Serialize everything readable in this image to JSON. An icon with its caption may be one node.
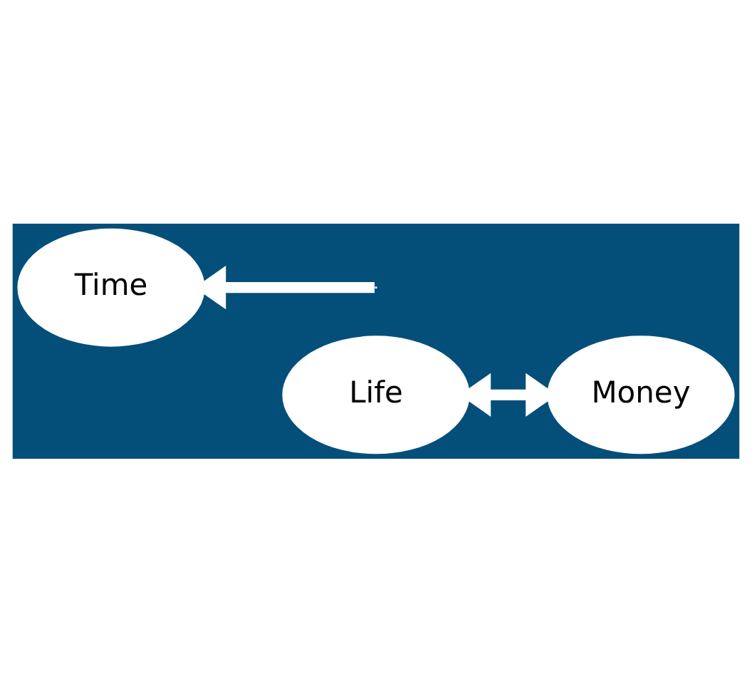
{
  "diagram": {
    "nodes": [
      {
        "text": [
          "Life"
        ]
      },
      {
        "text": [
          "Time"
        ]
      },
      {
        "text": [
          "Money"
        ]
      }
    ],
    "edges": [
      {
        "from": 0,
        "to": 2,
        "arrow": "both"
      },
      {
        "from": null,
        "to": 1,
        "arrow": "to"
      }
    ]
  }
}
